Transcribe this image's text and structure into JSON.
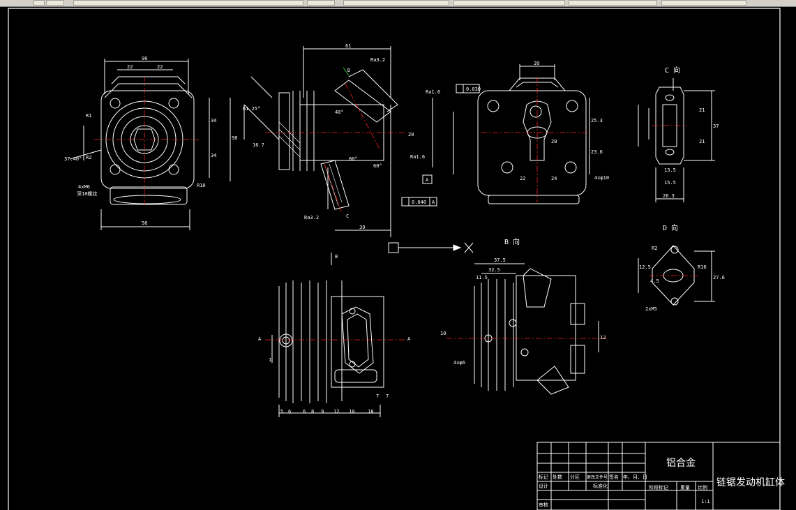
{
  "toolbar": {
    "icons": [
      "drop-down-icon",
      "layer-icon",
      "linetype-icon",
      "lineweight-icon",
      "color-icon"
    ]
  },
  "drawing": {
    "view_c": "C 向",
    "view_d": "D 向",
    "view_b": "B 向",
    "arrow_b": "B",
    "arrow_a1": "A",
    "arrow_a2": "A",
    "label_c": "C",
    "label_d": "D",
    "datum_a": "A",
    "tol_flat": "0.030",
    "tol_perp": "0.040",
    "tol_perp_ref": "A",
    "roughness_1": "Ra1.6",
    "roughness_2": "Ra1.6",
    "roughness_3": "Ra3.2",
    "roughness_4": "Ra3.2",
    "dims_front": {
      "d90": "90",
      "d22a": "22",
      "d22b": "22",
      "d56": "56",
      "d34a": "34",
      "d34b": "34",
      "d90v": "90",
      "angle": "37.40°",
      "r1": "R1",
      "r2": "R2",
      "r10": "R10",
      "holes": "4xM6",
      "depth": "深10螺纹"
    },
    "dims_section": {
      "d61": "61",
      "d39": "39",
      "ang1": "61.25°",
      "ang2": "40°",
      "ang3": "80°",
      "ang4": "60°",
      "d16": "16.7",
      "d20": "20"
    },
    "dims_right": {
      "d39": "39",
      "d22": "22",
      "d24": "24",
      "d20": "20",
      "d25": "25.3",
      "d23": "23.6",
      "holes": "4xφ10"
    },
    "dims_c": {
      "d26": "26.3",
      "d13": "13.5",
      "d15": "15.5",
      "d21a": "21",
      "d21b": "21",
      "d37": "37"
    },
    "dims_d": {
      "r2": "R2",
      "r16": "R16",
      "d12": "12.5",
      "d27": "27.6",
      "d4": "4.5",
      "holes": "2xM5"
    },
    "dims_bottom": {
      "d5": "5",
      "d6": "6",
      "d8": "8",
      "d9": "9",
      "d12": "12",
      "d10": "10",
      "d18": "18",
      "d7a": "7",
      "d7b": "7",
      "d1": "1"
    },
    "dims_b": {
      "d37": "37.5",
      "d32": "32.5",
      "d11": "11.5",
      "d10": "10",
      "d12": "12",
      "holes": "4xφ6"
    }
  },
  "title_block": {
    "material": "铝合金",
    "name": "链锯发动机缸体",
    "scale": "1:1",
    "row_labels": [
      "标记",
      "处数",
      "分区",
      "更改文件号",
      "签名",
      "年、月、日"
    ],
    "design": "设计",
    "standard": "标准化",
    "review": "审核",
    "stage": "阶段标记",
    "weight": "重量",
    "ratio": "比例"
  }
}
